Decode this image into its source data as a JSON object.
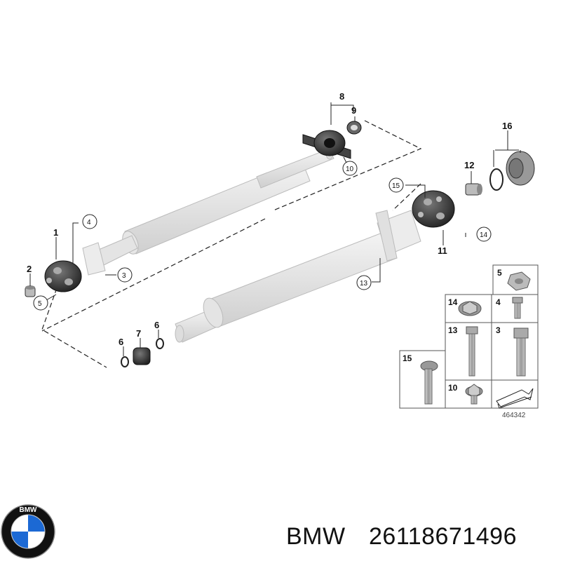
{
  "diagram": {
    "callouts": {
      "c1": "1",
      "c2": "2",
      "c3": "3",
      "c4": "4",
      "c5": "5",
      "c6a": "6",
      "c6b": "6",
      "c7": "7",
      "c8": "8",
      "c9": "9",
      "c10": "10",
      "c11": "11",
      "c12": "12",
      "c13": "13",
      "c14": "14",
      "c15": "15",
      "c16": "16"
    },
    "hardware_table": {
      "t5": "5",
      "t14": "14",
      "t4": "4",
      "t13": "13",
      "t3": "3",
      "t15": "15",
      "t10": "10"
    },
    "reference_number": "464342"
  },
  "footer": {
    "logo_text": "BMW",
    "brand": "BMW",
    "part_number": "26118671496"
  },
  "colors": {
    "shaft": "#e8e8e8",
    "part_dark": "#333333",
    "logo_blue": "#1c69d4",
    "logo_black": "#111111"
  }
}
